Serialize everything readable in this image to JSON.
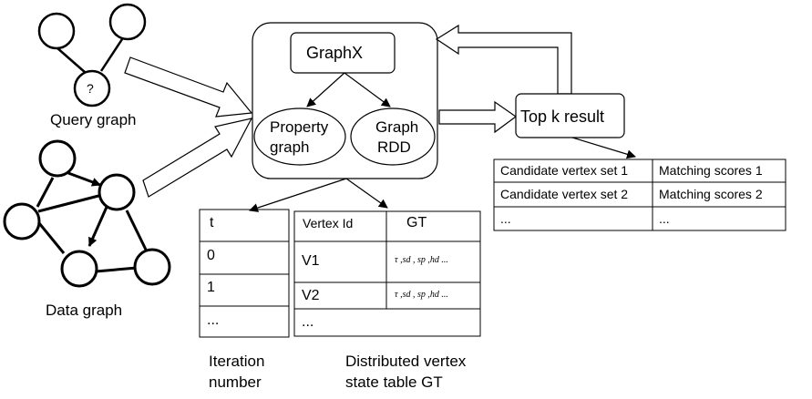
{
  "query_graph": {
    "label": "Query graph",
    "node_mark": "?"
  },
  "data_graph": {
    "label": "Data graph"
  },
  "system": {
    "graphx_label": "GraphX",
    "property_graph_label": [
      "Property",
      "graph"
    ],
    "graph_rdd_label": [
      "Graph",
      "RDD"
    ]
  },
  "result": {
    "label": "Top k result"
  },
  "candidate_table": {
    "rows": [
      [
        "Candidate vertex set 1",
        "Matching scores 1"
      ],
      [
        "Candidate vertex set 2",
        "Matching scores 2"
      ],
      [
        "...",
        "..."
      ]
    ]
  },
  "iteration_table": {
    "header": "t",
    "rows": [
      "0",
      "1",
      "..."
    ],
    "caption": [
      "Iteration",
      "number"
    ]
  },
  "state_table": {
    "headers": [
      "Vertex Id",
      "GT"
    ],
    "rows": [
      [
        "V1",
        "τ ,sd , sp ,hd ..."
      ],
      [
        "V2",
        "τ ,sd , sp ,hd ..."
      ],
      [
        "...",
        ""
      ]
    ],
    "caption": [
      "Distributed vertex",
      "state table GT"
    ]
  }
}
